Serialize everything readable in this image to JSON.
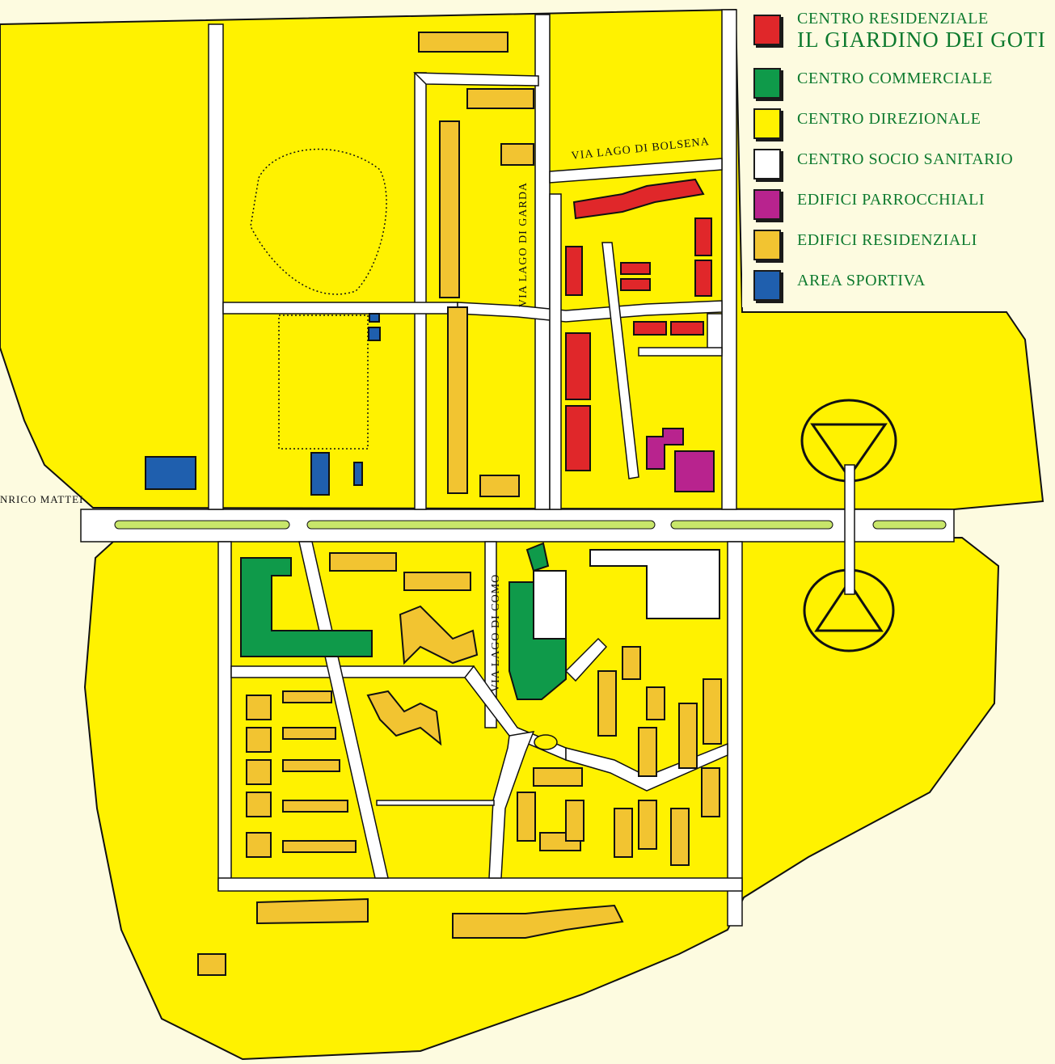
{
  "legend": {
    "items": [
      {
        "label": "CENTRO RESIDENZIALE",
        "sublabel": "IL GIARDINO DEI GOTI",
        "color": "#e0272a"
      },
      {
        "label": "CENTRO COMMERCIALE",
        "color": "#0f9a4a"
      },
      {
        "label": "CENTRO DIREZIONALE",
        "color": "#fff200"
      },
      {
        "label": "CENTRO SOCIO SANITARIO",
        "color": "#ffffff"
      },
      {
        "label": "EDIFICI PARROCCHIALI",
        "color": "#b8238e"
      },
      {
        "label": "EDIFICI RESIDENZIALI",
        "color": "#f2c431"
      },
      {
        "label": "AREA SPORTIVA",
        "color": "#1f5fae"
      }
    ]
  },
  "streets": {
    "bolsena": "VIA LAGO DI BOLSENA",
    "garda": "VIA LAGO DI GARDA",
    "como": "VIA LAGO DI COMO",
    "mattei": "NRICO MATTEI"
  },
  "colors": {
    "land": "#fff200",
    "road": "#ffffff",
    "median": "#c8e66a",
    "outline": "#111111",
    "background": "#fdfbe0"
  }
}
